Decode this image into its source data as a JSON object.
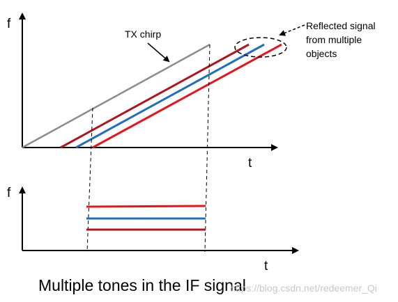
{
  "labels": {
    "f_top": "f",
    "t_top": "t",
    "f_bottom": "f",
    "t_bottom": "t",
    "tx_chirp": "TX chirp",
    "reflected_line1": "Reflected signal",
    "reflected_line2": "from multiple",
    "reflected_line3": "objects",
    "caption": "Multiple tones in the IF signal",
    "watermark": "https://blog.csdn.net/redeemer_Qi"
  },
  "colors": {
    "axis": "#000000",
    "tx_chirp": "#8c8c8c",
    "dark_red": "#b0141c",
    "blue": "#1f6fbf",
    "red": "#e8141c",
    "watermark": "#c8c8c8"
  }
}
